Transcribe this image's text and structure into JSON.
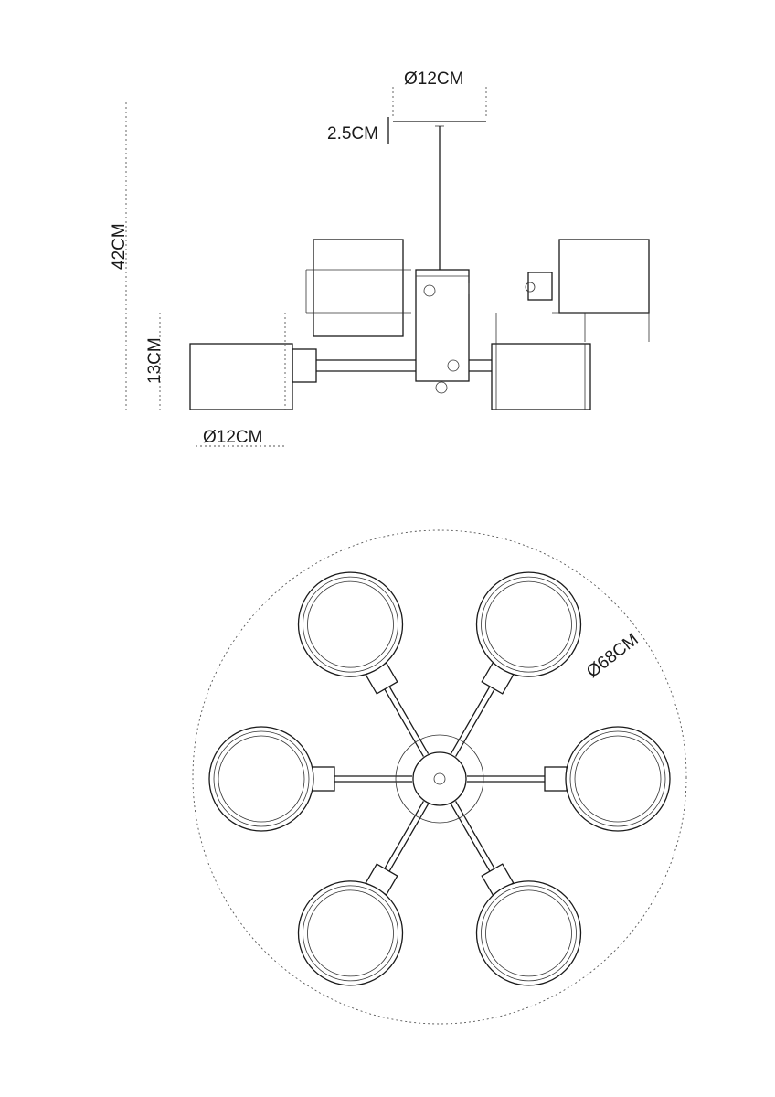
{
  "side_view": {
    "canopy_diameter": "Ø12CM",
    "canopy_height": "2.5CM",
    "total_height": "42CM",
    "shade_height": "13CM",
    "shade_diameter": "Ø12CM"
  },
  "top_view": {
    "overall_diameter": "Ø68CM",
    "arm_count": 6
  },
  "colors": {
    "line": "#1a1a1a",
    "background": "#ffffff"
  }
}
